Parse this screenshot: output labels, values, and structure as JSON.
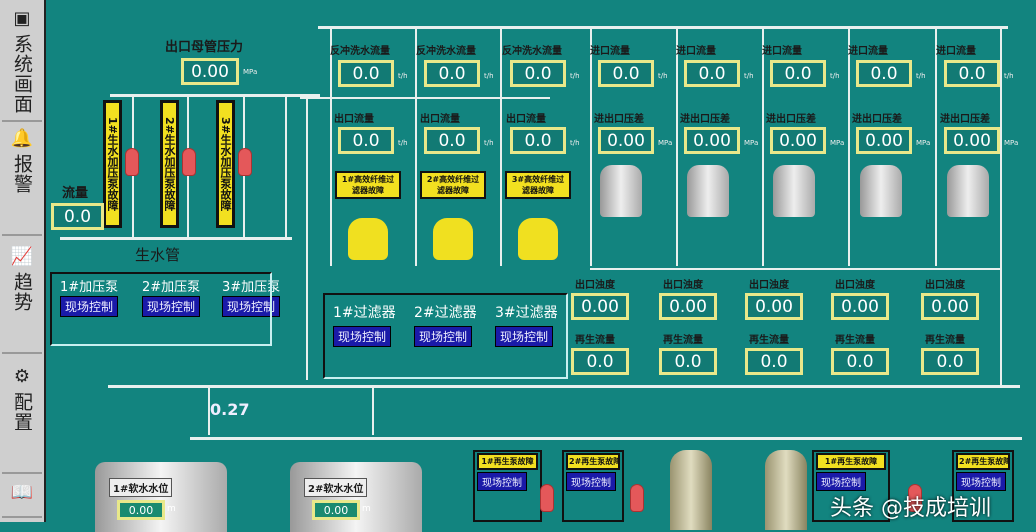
{
  "sidebar": {
    "items": [
      {
        "label": "系统画面",
        "icon": "screen-icon"
      },
      {
        "label": "报警",
        "icon": "bell-icon"
      },
      {
        "label": "趋势",
        "icon": "trend-icon"
      },
      {
        "label": "配置",
        "icon": "config-icon"
      },
      {
        "label": "",
        "icon": "book-icon"
      }
    ]
  },
  "header_pressure": {
    "label": "出口母管压力",
    "value": "0.00",
    "unit": "MPa"
  },
  "raw_flow": {
    "label": "流量",
    "value": "0.0"
  },
  "raw_pipe_label": "生水管",
  "pump_faults": [
    "1#生水加压泵故障",
    "2#生水加压泵故障",
    "3#生水加压泵故障"
  ],
  "pump_panel": [
    {
      "name": "1#加压泵",
      "button": "现场控制"
    },
    {
      "name": "2#加压泵",
      "button": "现场控制"
    },
    {
      "name": "3#加压泵",
      "button": "现场控制"
    }
  ],
  "top_meters": [
    {
      "label": "反冲洗水流量",
      "value": "0.0",
      "unit": "t/h"
    },
    {
      "label": "反冲洗水流量",
      "value": "0.0",
      "unit": "t/h"
    },
    {
      "label": "反冲洗水流量",
      "value": "0.0",
      "unit": "t/h"
    },
    {
      "label": "进口流量",
      "value": "0.0",
      "unit": "t/h"
    },
    {
      "label": "进口流量",
      "value": "0.0",
      "unit": "t/h"
    },
    {
      "label": "进口流量",
      "value": "0.0",
      "unit": "t/h"
    },
    {
      "label": "进口流量",
      "value": "0.0",
      "unit": "t/h"
    },
    {
      "label": "进口流量",
      "value": "0.0",
      "unit": "t/h"
    }
  ],
  "second_meters": [
    {
      "label": "出口流量",
      "value": "0.0",
      "unit": "t/h"
    },
    {
      "label": "出口流量",
      "value": "0.0",
      "unit": "t/h"
    },
    {
      "label": "出口流量",
      "value": "0.0",
      "unit": "t/h"
    },
    {
      "label": "进出口压差",
      "value": "0.00",
      "unit": "MPa"
    },
    {
      "label": "进出口压差",
      "value": "0.00",
      "unit": "MPa"
    },
    {
      "label": "进出口压差",
      "value": "0.00",
      "unit": "MPa"
    },
    {
      "label": "进出口压差",
      "value": "0.00",
      "unit": "MPa"
    },
    {
      "label": "进出口压差",
      "value": "0.00",
      "unit": "MPa"
    }
  ],
  "filter_faults": [
    "1#高效纤维过滤器故障",
    "2#高效纤维过滤器故障",
    "3#高效纤维过滤器故障"
  ],
  "filter_panel": [
    {
      "name": "1#过滤器",
      "button": "现场控制"
    },
    {
      "name": "2#过滤器",
      "button": "现场控制"
    },
    {
      "name": "3#过滤器",
      "button": "现场控制"
    }
  ],
  "turbidity": [
    {
      "label": "出口浊度",
      "value": "0.00"
    },
    {
      "label": "出口浊度",
      "value": "0.00"
    },
    {
      "label": "出口浊度",
      "value": "0.00"
    },
    {
      "label": "出口浊度",
      "value": "0.00"
    },
    {
      "label": "出口浊度",
      "value": "0.00"
    }
  ],
  "regen_flow": [
    {
      "label": "再生流量",
      "value": "0.0"
    },
    {
      "label": "再生流量",
      "value": "0.0"
    },
    {
      "label": "再生流量",
      "value": "0.0"
    },
    {
      "label": "再生流量",
      "value": "0.0"
    },
    {
      "label": "再生流量",
      "value": "0.0"
    }
  ],
  "pipe_value": "0.27",
  "soft_tanks": [
    {
      "label": "1#软水水位",
      "value": "0.00",
      "unit": "m"
    },
    {
      "label": "2#软水水位",
      "value": "0.00",
      "unit": "m"
    }
  ],
  "bottom_panels": [
    {
      "fault": "1#再生泵故障",
      "button": "现场控制"
    },
    {
      "fault": "2#再生泵故障",
      "button": "现场控制"
    },
    {
      "fault": "1#再生泵故障",
      "button": "现场控制"
    },
    {
      "fault": "2#再生泵故障",
      "button": "现场控制"
    }
  ],
  "watermark": "头条 @技成培训"
}
